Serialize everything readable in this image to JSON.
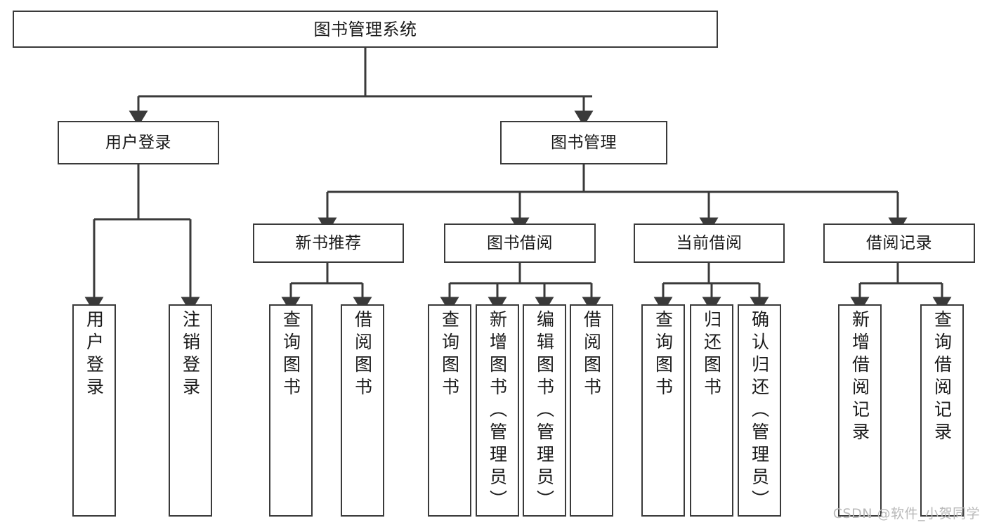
{
  "diagram": {
    "title": "图书管理系统",
    "type": "tree-hierarchy-chart",
    "watermark": "CSDN @软件_小贺同学",
    "colors": {
      "border": "#3a3a3a",
      "fill": "#ffffff",
      "text": "#1a1a1a",
      "watermark": "#b9b9b9"
    },
    "nodes": {
      "root": {
        "label": "图书管理系统"
      },
      "level2": [
        {
          "id": "user-login",
          "label": "用户登录"
        },
        {
          "id": "book-management",
          "label": "图书管理"
        }
      ],
      "level3": [
        {
          "id": "new-book-recommend",
          "label": "新书推荐"
        },
        {
          "id": "book-borrow",
          "label": "图书借阅"
        },
        {
          "id": "current-borrow",
          "label": "当前借阅"
        },
        {
          "id": "borrow-record",
          "label": "借阅记录"
        }
      ],
      "leaves": {
        "user-login": [
          {
            "id": "leaf-user-login",
            "label": "用户登录"
          },
          {
            "id": "leaf-logout",
            "label": "注销登录"
          }
        ],
        "new-book-recommend": [
          {
            "id": "leaf-query-book-1",
            "label": "查询图书"
          },
          {
            "id": "leaf-borrow-book-1",
            "label": "借阅图书"
          }
        ],
        "book-borrow": [
          {
            "id": "leaf-query-book-2",
            "label": "查询图书"
          },
          {
            "id": "leaf-add-book",
            "label": "新增图书（管理员）"
          },
          {
            "id": "leaf-edit-book",
            "label": "编辑图书（管理员）"
          },
          {
            "id": "leaf-borrow-book-2",
            "label": "借阅图书"
          }
        ],
        "current-borrow": [
          {
            "id": "leaf-query-book-3",
            "label": "查询图书"
          },
          {
            "id": "leaf-return-book",
            "label": "归还图书"
          },
          {
            "id": "leaf-confirm-return",
            "label": "确认归还（管理员）"
          }
        ],
        "borrow-record": [
          {
            "id": "leaf-add-record",
            "label": "新增借阅记录"
          },
          {
            "id": "leaf-query-record",
            "label": "查询借阅记录"
          }
        ]
      }
    }
  }
}
